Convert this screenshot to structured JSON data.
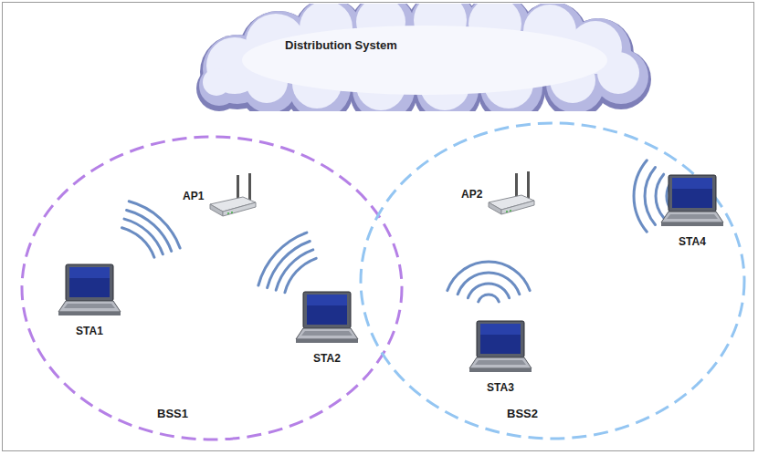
{
  "diagram": {
    "nodes": [
      {
        "text": [
          "Distribution System"
        ]
      },
      {
        "text": [
          "BSS1"
        ]
      },
      {
        "text": [
          "AP1"
        ],
        "in": 1
      },
      {
        "text": [
          "STA1"
        ],
        "in": 1
      },
      {
        "text": [
          "STA2"
        ],
        "in": 1
      },
      {
        "text": [
          "BSS2"
        ]
      },
      {
        "text": [
          "AP2"
        ],
        "in": 5
      },
      {
        "text": [
          "STA3"
        ],
        "in": 5
      },
      {
        "text": [
          "STA4"
        ],
        "in": 5
      }
    ]
  }
}
